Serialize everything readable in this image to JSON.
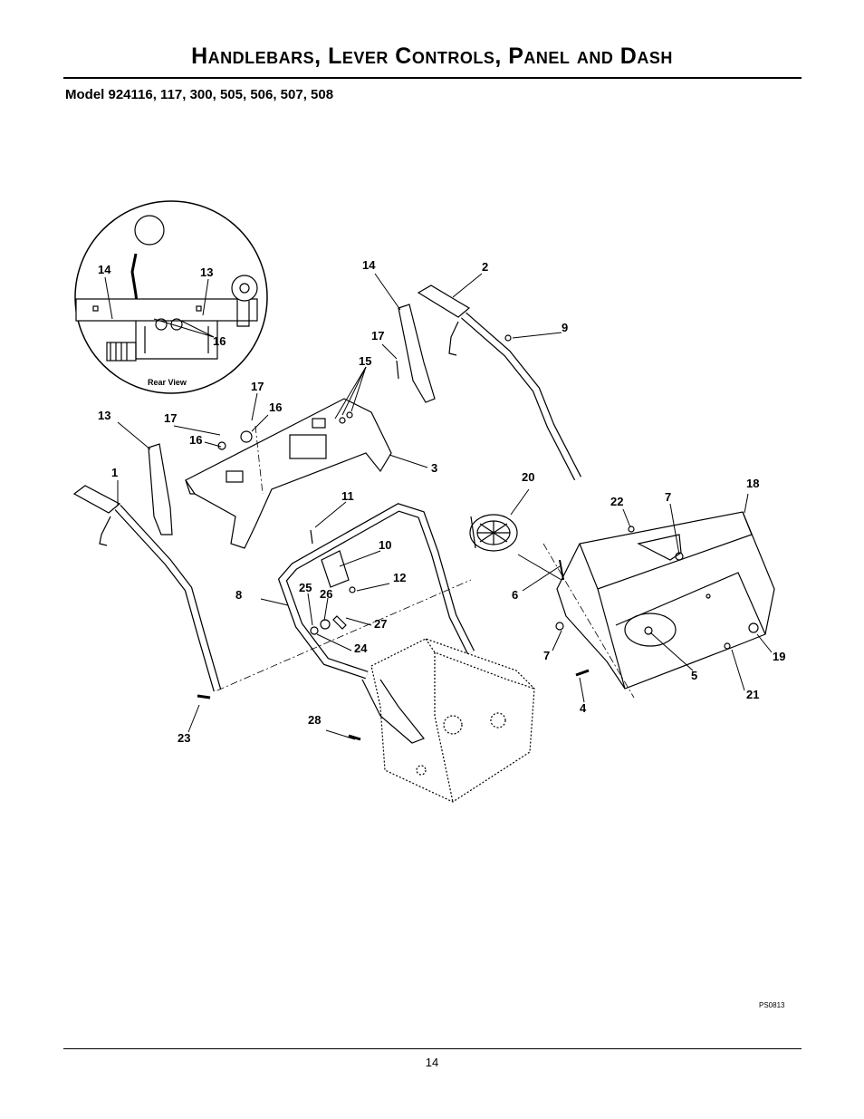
{
  "header": {
    "title": "Handlebars, Lever Controls, Panel and Dash",
    "model": "Model 924116, 117, 300, 505, 506, 507, 508"
  },
  "diagram": {
    "inset_caption": "Rear View",
    "callouts": {
      "c1": "1",
      "c2": "2",
      "c3": "3",
      "c4": "4",
      "c5": "5",
      "c6": "6",
      "c7a": "7",
      "c7b": "7",
      "c8": "8",
      "c9": "9",
      "c10": "10",
      "c11": "11",
      "c12": "12",
      "c13a": "13",
      "c13b": "13",
      "c14a": "14",
      "c14b": "14",
      "c15": "15",
      "c16a": "16",
      "c16b": "16",
      "c16c": "16",
      "c17a": "17",
      "c17b": "17",
      "c17c": "17",
      "c18": "18",
      "c19": "19",
      "c20": "20",
      "c21": "21",
      "c22": "22",
      "c23": "23",
      "c24": "24",
      "c25": "25",
      "c26": "26",
      "c27": "27",
      "c28": "28"
    },
    "drawing_code": "PS0813"
  },
  "footer": {
    "page_number": "14"
  }
}
